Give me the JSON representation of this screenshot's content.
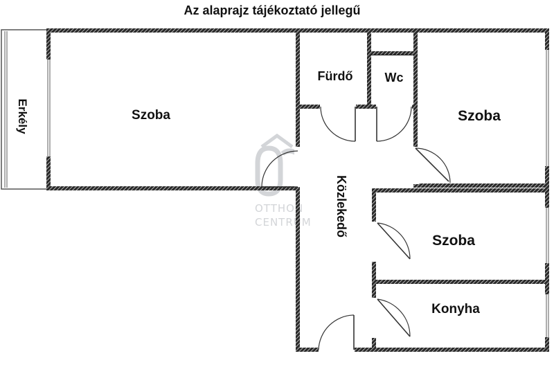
{
  "title": "Az alaprajz tájékoztató jellegű",
  "rooms": {
    "erkely": "Erkély",
    "szoba_left": "Szoba",
    "furdo": "Fürdő",
    "wc": "Wc",
    "szoba_right": "Szoba",
    "kozlekedo": "Közlekedő",
    "szoba_mid": "Szoba",
    "konyha": "Konyha"
  },
  "watermark": {
    "line1": "OTTHON",
    "line2": "CENTRUM"
  },
  "colors": {
    "wall": "#1a1a1a",
    "text": "#111111",
    "watermark": "#d3d5d8",
    "background": "#ffffff"
  }
}
